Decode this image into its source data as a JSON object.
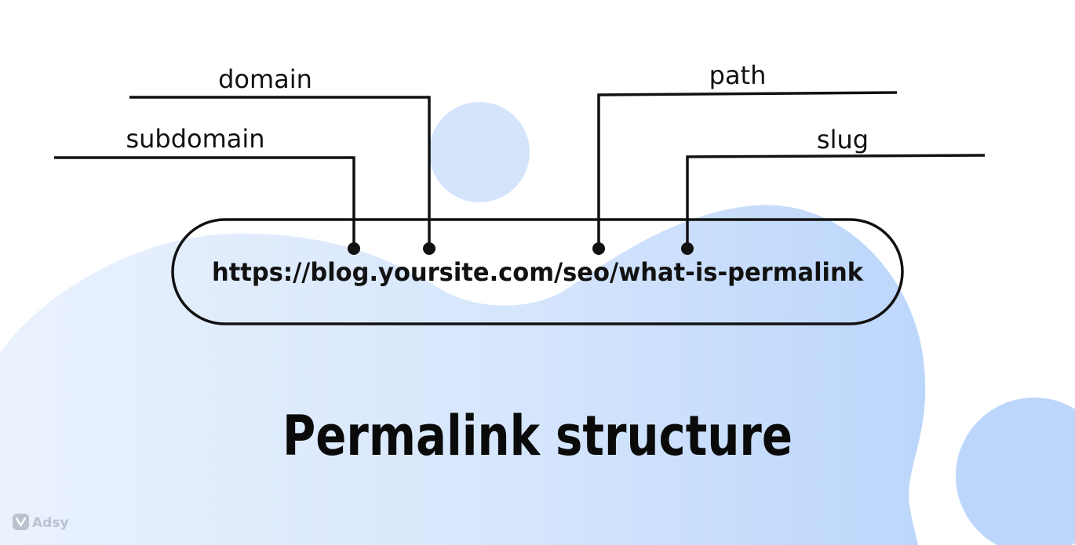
{
  "diagram": {
    "title": "Permalink structure",
    "url": "https://blog.yoursite.com/seo/what-is-permalink",
    "labels": {
      "subdomain": "subdomain",
      "domain": "domain",
      "path": "path",
      "slug": "slug"
    }
  },
  "brand": {
    "name": "Adsy"
  },
  "colors": {
    "blob_light": "#eaf2fd",
    "blob_mid": "#d3e4fb",
    "blob_dark": "#bdd7fb",
    "line": "#111111",
    "text": "#111111",
    "brand": "#b9c2cf"
  },
  "icons": {
    "brand_logo": "adsy-logo-icon"
  }
}
